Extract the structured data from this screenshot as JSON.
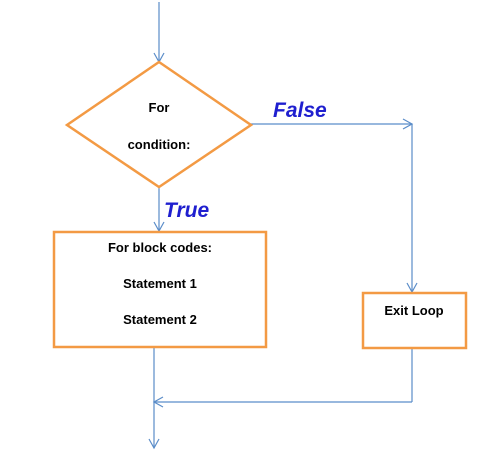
{
  "colors": {
    "node_border": "#F39A44",
    "connector": "#5B8DC9",
    "branch_label": "#1F1FCF",
    "text": "#000000",
    "background": "#FFFFFF"
  },
  "decision": {
    "line1": "For",
    "line2": "condition:"
  },
  "branches": {
    "true_label": "True",
    "false_label": "False"
  },
  "loop_block": {
    "title": "For block codes:",
    "statements": [
      "Statement 1",
      "Statement 2"
    ]
  },
  "exit_block": {
    "label": "Exit Loop"
  }
}
